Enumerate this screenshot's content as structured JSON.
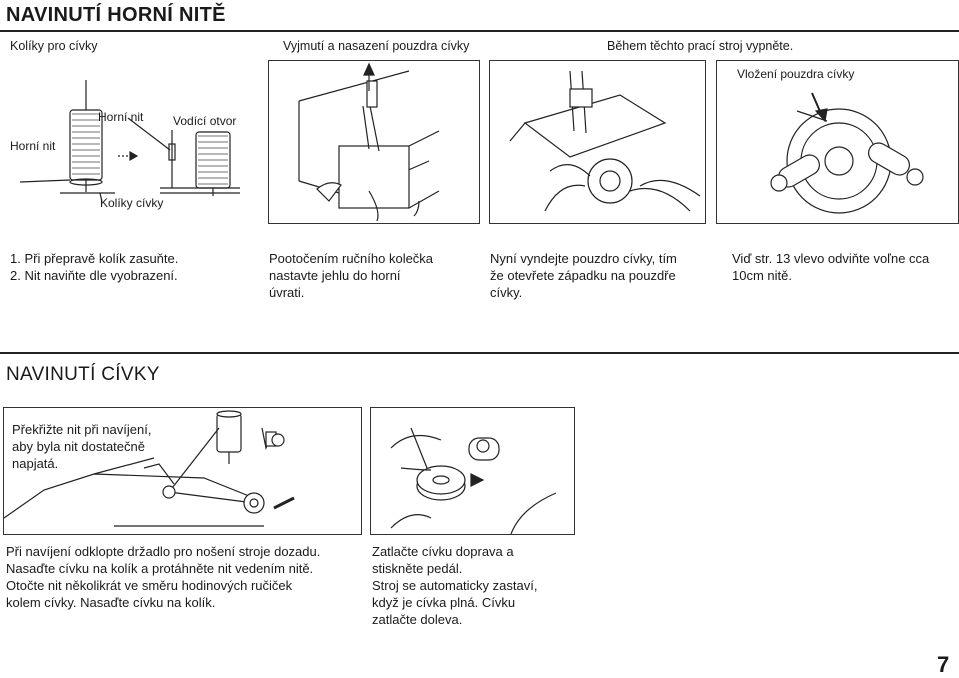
{
  "section1": {
    "title": "NAVINUTÍ HORNÍ NITĚ",
    "captions": [
      "Kolíky pro cívky",
      "Vyjmutí a nasazení pouzdra cívky",
      "Během těchto prací stroj vypněte."
    ],
    "panel1_labels": {
      "horni_nit_top": "Horní nit",
      "vodici_otvor": "Vodící otvor",
      "horni_nit_left": "Horní nit",
      "koliky_civky": "Kolíky cívky"
    },
    "panel4_label": "Vložení pouzdra cívky",
    "col1": {
      "line1": "1. Při přepravě kolík zasuňte.",
      "line2": "2. Nit naviňte dle vyobrazení."
    },
    "col2": {
      "line1": "Pootočením ručního kolečka",
      "line2": "nastavte jehlu do horní",
      "line3": "úvrati."
    },
    "col3": {
      "line1": "Nyní vyndejte pouzdro cívky, tím",
      "line2": "že otevřete západku na pouzdře",
      "line3": "cívky."
    },
    "col4": {
      "line1": "Viď str. 13 vlevo odviňte voľne cca",
      "line2": "10cm nitě."
    }
  },
  "section2": {
    "title": "NAVINUTÍ CÍVKY",
    "panelA_note": {
      "line1": "Překřižte nit při navíjení,",
      "line2": "aby byla nit dostatečně",
      "line3": "napjatá."
    },
    "textA": {
      "line1": "Při navíjení odklopte držadlo pro nošení stroje dozadu.",
      "line2": "Nasaďte cívku na kolík a protáhněte nit vedením nitě.",
      "line3": "Otočte nit několikrát ve směru hodinových ručiček",
      "line4": "kolem cívky. Nasaďte cívku na kolík."
    },
    "textB": {
      "line1": "Zatlačte cívku doprava a",
      "line2": "stiskněte pedál.",
      "line3": "Stroj se automaticky zastaví,",
      "line4": "když je cívka plná. Cívku",
      "line5": "zatlačte doleva."
    }
  },
  "page_number": "7"
}
